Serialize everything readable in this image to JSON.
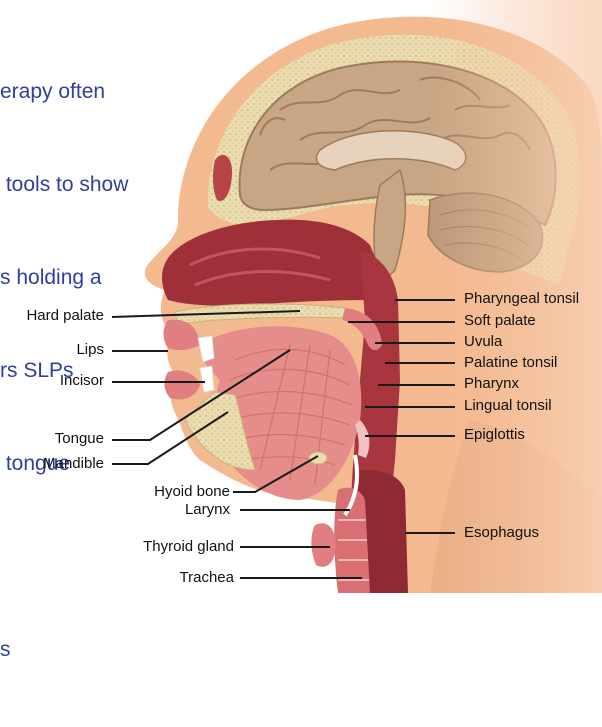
{
  "background_text": {
    "color": "#2e3f9e",
    "lines": [
      "erapy often",
      " tools to show",
      "s holding a",
      "rs SLPs",
      " tongue",
      "",
      "s"
    ]
  },
  "labels_left": [
    "Hard palate",
    "Lips",
    "Incisor",
    "Tongue",
    "Mandible",
    "Hyoid bone",
    "Larynx",
    "Thyroid gland",
    "Trachea"
  ],
  "labels_right": [
    "Pharyngeal tonsil",
    "Soft palate",
    "Uvula",
    "Palatine tonsil",
    "Pharynx",
    "Lingual tonsil",
    "Epiglottis",
    "Esophagus"
  ],
  "colors": {
    "skin": "#f3b98f",
    "skin_shadow": "#e49d77",
    "skull_bone": "#eadcae",
    "brain": "#c8a584",
    "brain_dark": "#9e7a5c",
    "muscle": "#a8363f",
    "muscle_light": "#e07e82",
    "tongue": "#e58d8b",
    "leader": "#1a1a1a"
  }
}
